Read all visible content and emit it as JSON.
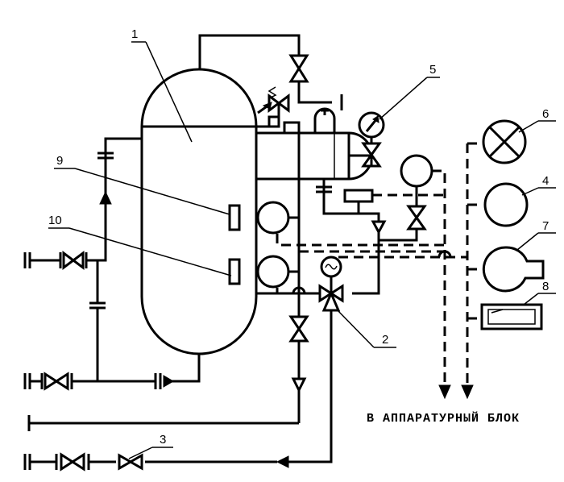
{
  "caption": "В АППАРАТУРНЫЙ БЛОК",
  "callouts": {
    "vessel": "1",
    "three_way_valve": "2",
    "inlet_valve": "3",
    "pressure_gauge": "5",
    "indicator_round": "6",
    "instrument_round": "4",
    "fan_unit": "7",
    "display_unit": "8",
    "level_sensor_upper": "9",
    "level_sensor_lower": "10"
  }
}
